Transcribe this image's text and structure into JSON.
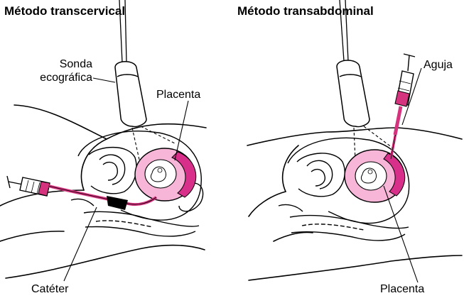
{
  "left_panel": {
    "title": "Método transcervical",
    "labels": {
      "probe_line1": "Sonda",
      "probe_line2": "ecográfica",
      "placenta": "Placenta",
      "catheter": "Catéter"
    }
  },
  "right_panel": {
    "title": "Método transabdominal",
    "labels": {
      "needle": "Aguja",
      "placenta": "Placenta"
    }
  },
  "colors": {
    "instrument": "#d6337f",
    "uterus_fill": "#f7b6d8",
    "uterus_ring": "#d8308a",
    "line": "#000000"
  }
}
